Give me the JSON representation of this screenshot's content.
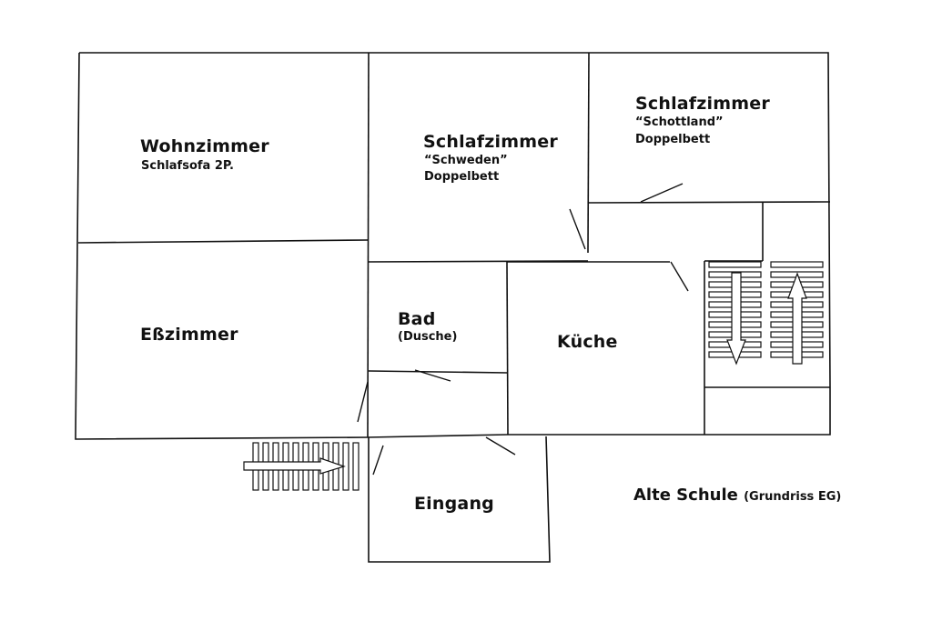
{
  "rooms": {
    "wohnzimmer": {
      "name": "Wohnzimmer",
      "note": "Schlafsofa 2P."
    },
    "schlafzimmer_schweden": {
      "name": "Schlafzimmer",
      "sub": "“Schweden”",
      "note": "Doppelbett"
    },
    "schlafzimmer_schottland": {
      "name": "Schlafzimmer",
      "sub": "“Schottland”",
      "note": "Doppelbett"
    },
    "esszimmer": {
      "name": "Eßzimmer"
    },
    "bad": {
      "name": "Bad",
      "note": "(Dusche)"
    },
    "kueche": {
      "name": "Küche"
    },
    "eingang": {
      "name": "Eingang"
    }
  },
  "title": {
    "main": "Alte Schule",
    "sub": "(Grundriss EG)"
  }
}
